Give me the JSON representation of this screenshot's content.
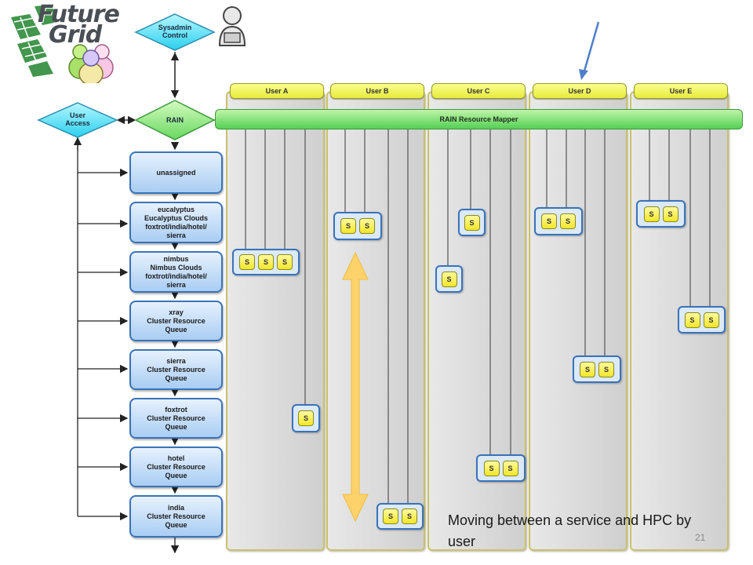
{
  "logo": {
    "line1": "Future",
    "line2": "Grid"
  },
  "nodes": {
    "sysadmin": {
      "line1": "Sysadmin",
      "line2": "Control"
    },
    "user_access": {
      "line1": "User",
      "line2": "Access"
    },
    "rain": "RAIN"
  },
  "queues": [
    {
      "lines": [
        "unassigned"
      ]
    },
    {
      "lines": [
        "eucalyptus",
        "Eucalyptus Clouds",
        "foxtrot/india/hotel/",
        "sierra"
      ]
    },
    {
      "lines": [
        "nimbus",
        "Nimbus Clouds",
        "foxtrot/india/hotel/",
        "sierra"
      ]
    },
    {
      "lines": [
        "xray",
        "Cluster Resource",
        "Queue"
      ]
    },
    {
      "lines": [
        "sierra",
        "Cluster Resource",
        "Queue"
      ]
    },
    {
      "lines": [
        "foxtrot",
        "Cluster Resource",
        "Queue"
      ]
    },
    {
      "lines": [
        "hotel",
        "Cluster Resource",
        "Queue"
      ]
    },
    {
      "lines": [
        "india",
        "Cluster Resource",
        "Queue"
      ]
    }
  ],
  "users": [
    "User A",
    "User B",
    "User C",
    "User D",
    "User E"
  ],
  "mapper_label": "RAIN Resource Mapper",
  "service_label": "S",
  "caption": "Moving between a service and HPC by user",
  "page_number": "21",
  "colors": {
    "arrow_yellow": "#fdd26a",
    "pointer_blue": "#4f7fc9",
    "queue_border": "#3a73b8",
    "mapper_green": "#55cf55"
  }
}
